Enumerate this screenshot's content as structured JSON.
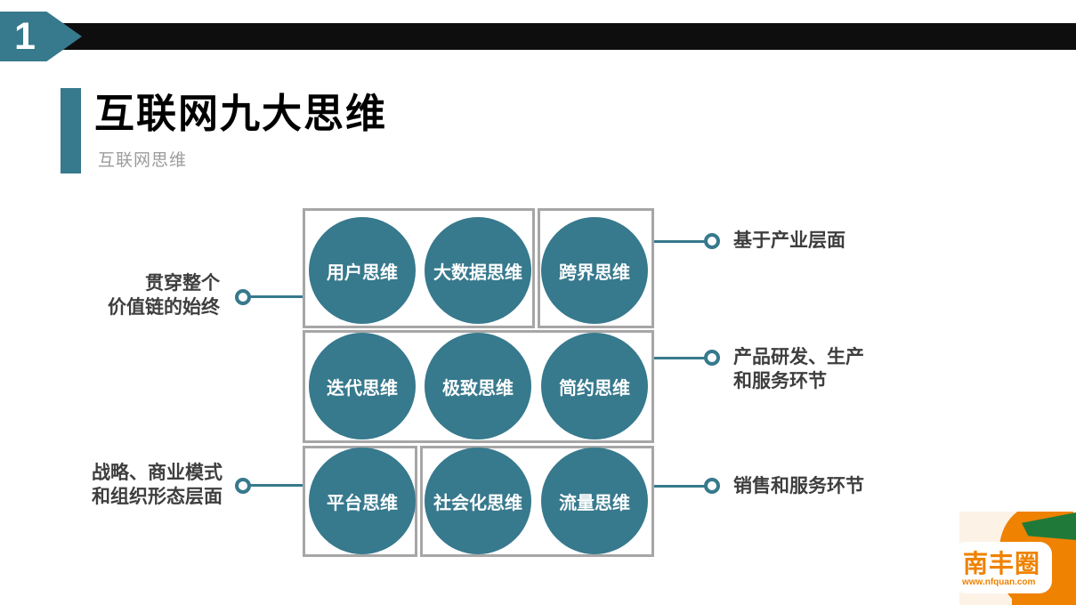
{
  "slide": {
    "page_number": "1",
    "title": "互联网九大思维",
    "subtitle": "互联网思维"
  },
  "circles": [
    {
      "label": "用户思维"
    },
    {
      "label": "大数据思维"
    },
    {
      "label": "跨界思维"
    },
    {
      "label": "迭代思维"
    },
    {
      "label": "极致思维"
    },
    {
      "label": "简约思维"
    },
    {
      "label": "平台思维"
    },
    {
      "label": "社会化思维"
    },
    {
      "label": "流量思维"
    }
  ],
  "annotations": {
    "left": [
      {
        "lines": [
          "贯穿整个",
          "价值链的始终"
        ]
      },
      {
        "lines": [
          "战略、商业模式",
          "和组织形态层面"
        ]
      }
    ],
    "right": [
      {
        "lines": [
          "基于产业层面"
        ]
      },
      {
        "lines": [
          "产品研发、生产",
          "和服务环节"
        ]
      },
      {
        "lines": [
          "销售和服务环节"
        ]
      }
    ]
  },
  "logo": {
    "name": "南丰圈",
    "url": "www.nfquan.com"
  },
  "colors": {
    "teal": "#37798D",
    "black_bar": "#0E0E0E",
    "grid_border": "#A6A6A6",
    "annotation_text": "#3E3E3E",
    "subtitle_gray": "#9C9C9C",
    "logo_orange": "#EF8200",
    "logo_green": "#1F7A3A",
    "logo_cream": "#FCF3E6"
  }
}
